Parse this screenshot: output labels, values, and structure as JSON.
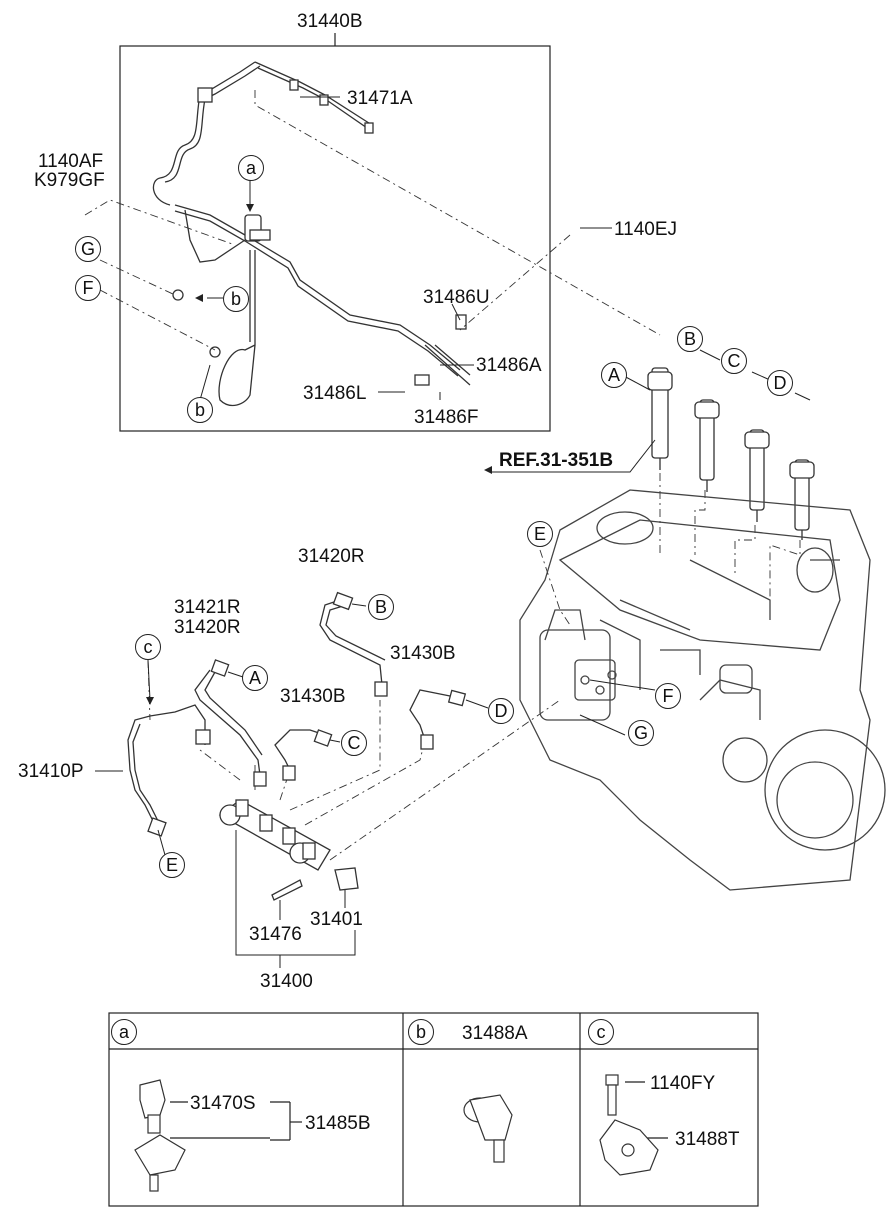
{
  "colors": {
    "line": "#222222",
    "part": "#333333",
    "engine": "#444444",
    "background": "#ffffff"
  },
  "labels": {
    "assembly_top": "31440B",
    "return_hose": "31471A",
    "bolt_left_1": "1140AF",
    "bolt_left_2": "K979GF",
    "bolt_right": "1140EJ",
    "clip_u": "31486U",
    "clip_a": "31486A",
    "clip_l": "31486L",
    "clip_f": "31486F",
    "ref": "REF.31-351B",
    "pipe_420r_b": "31420R",
    "pipe_421r": "31421R",
    "pipe_420r_a": "31420R",
    "pipe_430b_c": "31430B",
    "pipe_430b_d": "31430B",
    "pipe_410p": "31410P",
    "bolt_476": "31476",
    "sensor_401": "31401",
    "rail_assembly": "31400"
  },
  "markers": {
    "a": "a",
    "b": "b",
    "c": "c",
    "A": "A",
    "B": "B",
    "C": "C",
    "D": "D",
    "E": "E",
    "F": "F",
    "G": "G"
  },
  "legend": {
    "cell_a": {
      "marker": "a",
      "part_1": "31470S",
      "part_2": "31485B"
    },
    "cell_b": {
      "marker": "b",
      "title": "31488A"
    },
    "cell_c": {
      "marker": "c",
      "part_1": "1140FY",
      "part_2": "31488T"
    }
  }
}
